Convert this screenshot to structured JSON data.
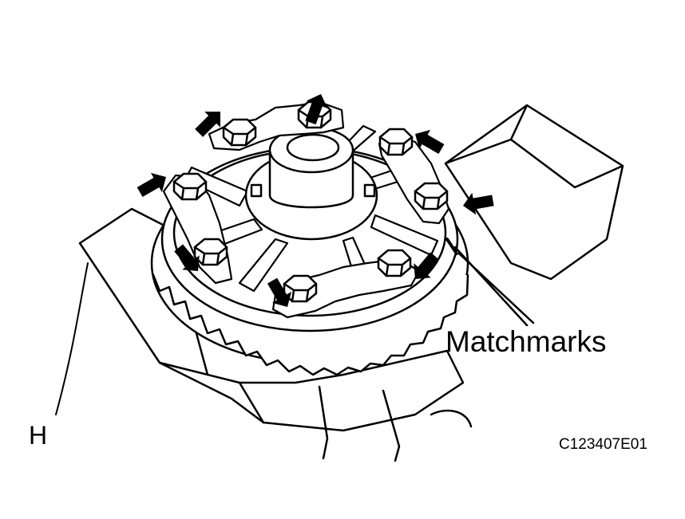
{
  "labels": {
    "matchmarks": "Matchmarks",
    "h": "H",
    "figure_code": "C123407E01"
  },
  "colors": {
    "ink": "#000000",
    "paper": "#ffffff"
  },
  "bolt_count": 8,
  "arrow_count": 8
}
